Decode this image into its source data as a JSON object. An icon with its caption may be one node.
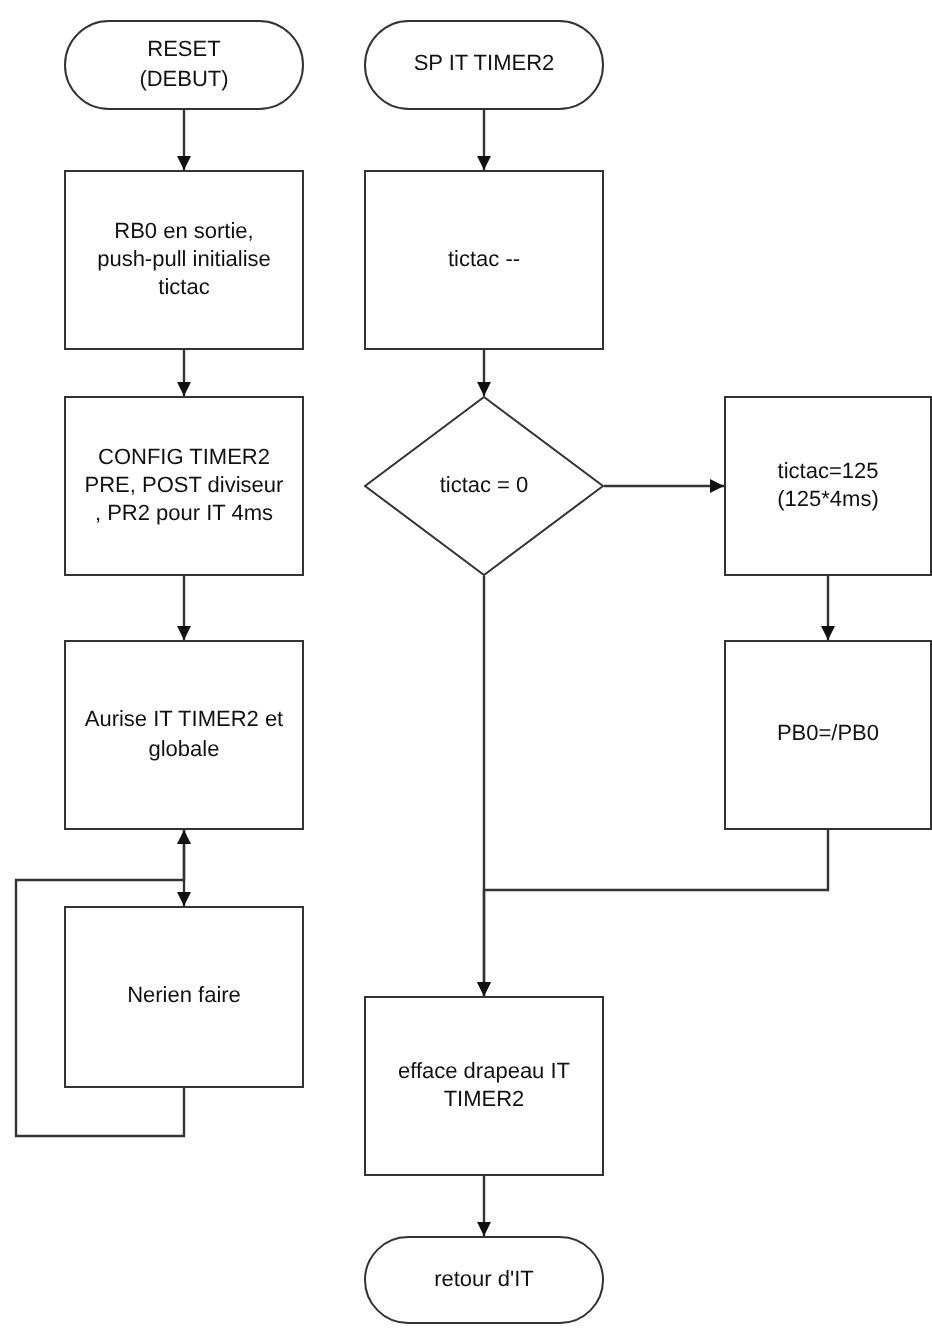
{
  "diagram": {
    "nodes": [
      {
        "text": [
          "RESET (DEBUT)"
        ]
      },
      {
        "text": [
          "RB0 en sortie, push-pull initialise tictac"
        ]
      },
      {
        "text": [
          "CONFIG TIMER2 PRE, POST diviseur , PR2 pour IT 4ms"
        ]
      },
      {
        "text": [
          "Aurise IT TIMER2 et globale"
        ]
      },
      {
        "text": [
          "Nerien faire"
        ]
      },
      {
        "text": [
          "SP IT TIMER2"
        ]
      },
      {
        "text": [
          "tictac --"
        ]
      },
      {
        "text": [
          "tictac = 0"
        ]
      },
      {
        "text": [
          "tictac=125 (125*4ms)"
        ]
      },
      {
        "text": [
          "PB0=/PB0"
        ]
      },
      {
        "text": [
          "efface drapeau IT TIMER2"
        ]
      },
      {
        "text": [
          "retour d'IT"
        ]
      }
    ],
    "edges": [
      {
        "from": 0,
        "to": 1,
        "arrow": "to"
      },
      {
        "from": 1,
        "to": 2,
        "arrow": "to"
      },
      {
        "from": 2,
        "to": 3,
        "arrow": "to"
      },
      {
        "from": 3,
        "to": 4,
        "arrow": "to"
      },
      {
        "from": 4,
        "to": 3,
        "arrow": "to"
      },
      {
        "from": 5,
        "to": 6,
        "arrow": "to"
      },
      {
        "from": 6,
        "to": 7,
        "arrow": "to"
      },
      {
        "from": 7,
        "to": 8,
        "arrow": "to"
      },
      {
        "from": 8,
        "to": 9,
        "arrow": "to"
      },
      {
        "from": 7,
        "to": 10,
        "arrow": "to"
      },
      {
        "from": 9,
        "to": 10,
        "arrow": "to"
      },
      {
        "from": 10,
        "to": 11,
        "arrow": "to"
      }
    ]
  }
}
